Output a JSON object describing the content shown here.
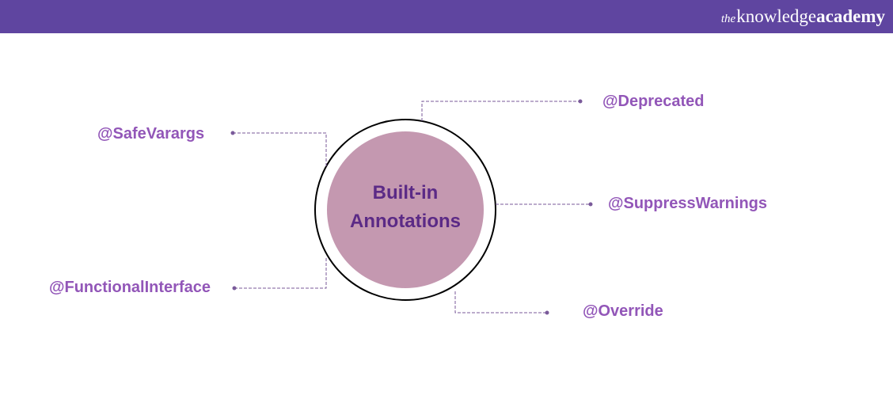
{
  "header": {
    "brand_the": "the",
    "brand_knowledge": "knowledge",
    "brand_academy": "academy"
  },
  "center": {
    "line1": "Built-in",
    "line2": "Annotations"
  },
  "annotations": [
    {
      "label": "@Deprecated"
    },
    {
      "label": "@SafeVarargs"
    },
    {
      "label": "@SuppressWarnings"
    },
    {
      "label": "@FunctionalInterface"
    },
    {
      "label": "@Override"
    }
  ],
  "colors": {
    "header": "#5f45a0",
    "center_fill": "#c498b0",
    "center_text": "#5b2a86",
    "label_text": "#9256b8",
    "connector": "#7a5a9a"
  }
}
